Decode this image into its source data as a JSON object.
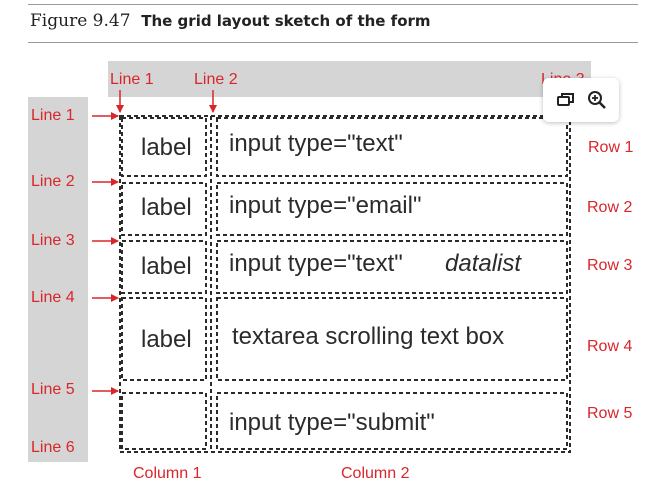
{
  "figure": {
    "number": "Figure 9.47",
    "title": "The grid layout sketch of the form"
  },
  "column_lines": [
    "Line 1",
    "Line 2",
    "Line 3"
  ],
  "row_lines": [
    "Line 1",
    "Line 2",
    "Line 3",
    "Line 4",
    "Line 5",
    "Line 6"
  ],
  "rows": [
    "Row 1",
    "Row 2",
    "Row 3",
    "Row 4",
    "Row 5"
  ],
  "columns": [
    "Column 1",
    "Column 2"
  ],
  "cells": {
    "r1c1": "label",
    "r1c2": "input type=\"text\"",
    "r2c1": "label",
    "r2c2": "input type=\"email\"",
    "r3c1": "label",
    "r3c2": "input type=\"text\"",
    "r3c2_extra": "datalist",
    "r4c1": "label",
    "r4c2": "textarea scrolling text box",
    "r5c2": "input type=\"submit\""
  },
  "colors": {
    "accent": "#d9262b",
    "grey_band": "#d5d5d5",
    "dash": "#2b2b2b"
  },
  "toolbar": {
    "icons": [
      "crop-icon",
      "zoom-in-icon"
    ]
  }
}
